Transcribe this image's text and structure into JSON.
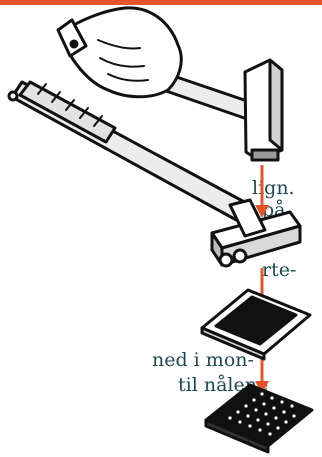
{
  "colors": {
    "accent_bar": "#e4542b",
    "text": "#1d4a52",
    "arrow": "#e4542b",
    "ink": "#111111",
    "metal_light": "#ececec",
    "metal_shadow": "#bdbdbd"
  },
  "caption": {
    "line1": "lign.",
    "line2": "på",
    "line3": "rte-",
    "line4": "ned i mon-",
    "line5": "til nålene"
  },
  "icons": {
    "hand": "hand-icon",
    "hammer": "hammer-icon",
    "tool": "mounting-tool-icon",
    "frame": "frame-icon",
    "pad": "needle-pad-icon",
    "arrow": "down-arrow-icon"
  }
}
